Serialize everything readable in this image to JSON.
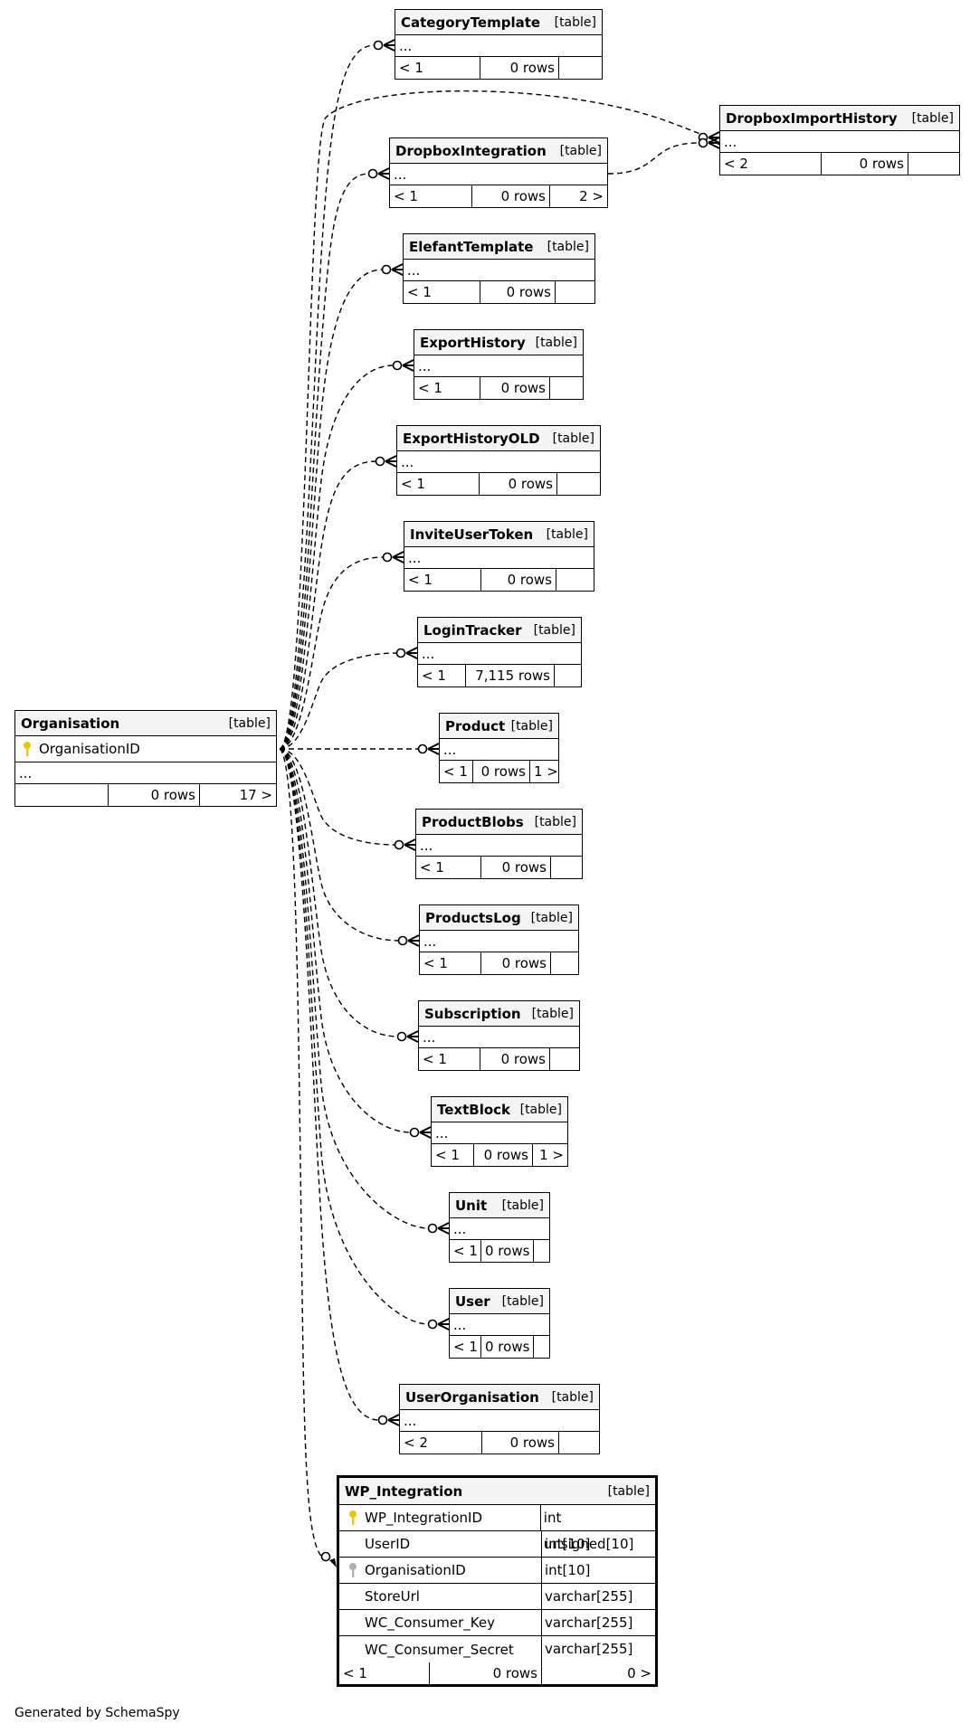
{
  "diagram": {
    "central": {
      "name": "Organisation",
      "kind": "[table]",
      "key_column": "OrganisationID",
      "dots": "...",
      "footer": [
        "",
        "0 rows",
        "17 >"
      ],
      "colors": {
        "primary_key": "#e8c800"
      }
    },
    "tables": [
      {
        "name": "CategoryTemplate",
        "kind": "[table]",
        "dots": "...",
        "footer": [
          "< 1",
          "0 rows",
          ""
        ]
      },
      {
        "name": "DropboxImportHistory",
        "kind": "[table]",
        "dots": "...",
        "footer": [
          "< 2",
          "0 rows",
          ""
        ]
      },
      {
        "name": "DropboxIntegration",
        "kind": "[table]",
        "dots": "...",
        "footer": [
          "< 1",
          "0 rows",
          "2 >"
        ]
      },
      {
        "name": "ElefantTemplate",
        "kind": "[table]",
        "dots": "...",
        "footer": [
          "< 1",
          "0 rows",
          ""
        ]
      },
      {
        "name": "ExportHistory",
        "kind": "[table]",
        "dots": "...",
        "footer": [
          "< 1",
          "0 rows",
          ""
        ]
      },
      {
        "name": "ExportHistoryOLD",
        "kind": "[table]",
        "dots": "...",
        "footer": [
          "< 1",
          "0 rows",
          ""
        ]
      },
      {
        "name": "InviteUserToken",
        "kind": "[table]",
        "dots": "...",
        "footer": [
          "< 1",
          "0 rows",
          ""
        ]
      },
      {
        "name": "LoginTracker",
        "kind": "[table]",
        "dots": "...",
        "footer": [
          "< 1",
          "7,115 rows",
          ""
        ]
      },
      {
        "name": "Product",
        "kind": "[table]",
        "dots": "...",
        "footer": [
          "< 1",
          "0 rows",
          "1 >"
        ]
      },
      {
        "name": "ProductBlobs",
        "kind": "[table]",
        "dots": "...",
        "footer": [
          "< 1",
          "0 rows",
          ""
        ]
      },
      {
        "name": "ProductsLog",
        "kind": "[table]",
        "dots": "...",
        "footer": [
          "< 1",
          "0 rows",
          ""
        ]
      },
      {
        "name": "Subscription",
        "kind": "[table]",
        "dots": "...",
        "footer": [
          "< 1",
          "0 rows",
          ""
        ]
      },
      {
        "name": "TextBlock",
        "kind": "[table]",
        "dots": "...",
        "footer": [
          "< 1",
          "0 rows",
          "1 >"
        ]
      },
      {
        "name": "Unit",
        "kind": "[table]",
        "dots": "...",
        "footer": [
          "< 1",
          "0 rows",
          ""
        ]
      },
      {
        "name": "User",
        "kind": "[table]",
        "dots": "...",
        "footer": [
          "< 1",
          "0 rows",
          ""
        ]
      },
      {
        "name": "UserOrganisation",
        "kind": "[table]",
        "dots": "...",
        "footer": [
          "< 2",
          "0 rows",
          ""
        ]
      }
    ],
    "focus": {
      "name": "WP_Integration",
      "kind": "[table]",
      "columns": [
        {
          "name": "WP_IntegrationID",
          "type": "int unsigned[10]",
          "key": "primary"
        },
        {
          "name": "UserID",
          "type": "int[10]",
          "key": ""
        },
        {
          "name": "OrganisationID",
          "type": "int[10]",
          "key": "foreign"
        },
        {
          "name": "StoreUrl",
          "type": "varchar[255]",
          "key": ""
        },
        {
          "name": "WC_Consumer_Key",
          "type": "varchar[255]",
          "key": ""
        },
        {
          "name": "WC_Consumer_Secret",
          "type": "varchar[255]",
          "key": ""
        }
      ],
      "footer": [
        "< 1",
        "0 rows",
        "0 >"
      ],
      "colors": {
        "foreign_key": "#b0b0b0"
      }
    },
    "generated_by": "Generated by SchemaSpy"
  }
}
